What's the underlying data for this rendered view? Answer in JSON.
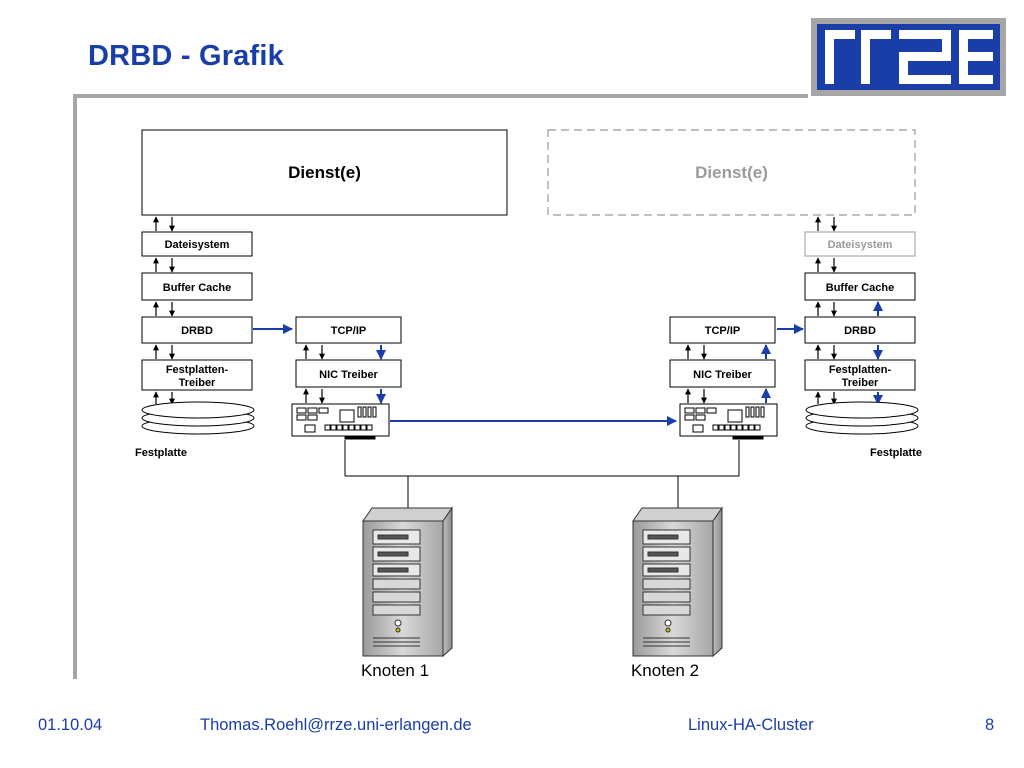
{
  "slide": {
    "title": "DRBD - Grafik"
  },
  "logo": {
    "name": "RRZE",
    "color": "#1a3ea8",
    "frame_color": "#a6a6a6"
  },
  "diagram": {
    "node1": {
      "service": "Dienst(e)",
      "filesystem": "Dateisystem",
      "buffer_cache": "Buffer Cache",
      "drbd": "DRBD",
      "disk_driver_line1": "Festplatten-",
      "disk_driver_line2": "Treiber",
      "tcpip": "TCP/IP",
      "nic_driver": "NIC Treiber",
      "disk_label": "Festplatte",
      "server_label": "Knoten 1"
    },
    "node2": {
      "service": "Dienst(e)",
      "filesystem": "Dateisystem",
      "buffer_cache": "Buffer Cache",
      "drbd": "DRBD",
      "disk_driver_line1": "Festplatten-",
      "disk_driver_line2": "Treiber",
      "tcpip": "TCP/IP",
      "nic_driver": "NIC Treiber",
      "disk_label": "Festplatte",
      "server_label": "Knoten 2"
    },
    "colors": {
      "replication": "#1a3ea8",
      "inactive": "#9a9a9a",
      "box_border": "#000000"
    }
  },
  "footer": {
    "date": "01.10.04",
    "email": "Thomas.Roehl@rrze.uni-erlangen.de",
    "topic": "Linux-HA-Cluster",
    "page": "8"
  }
}
